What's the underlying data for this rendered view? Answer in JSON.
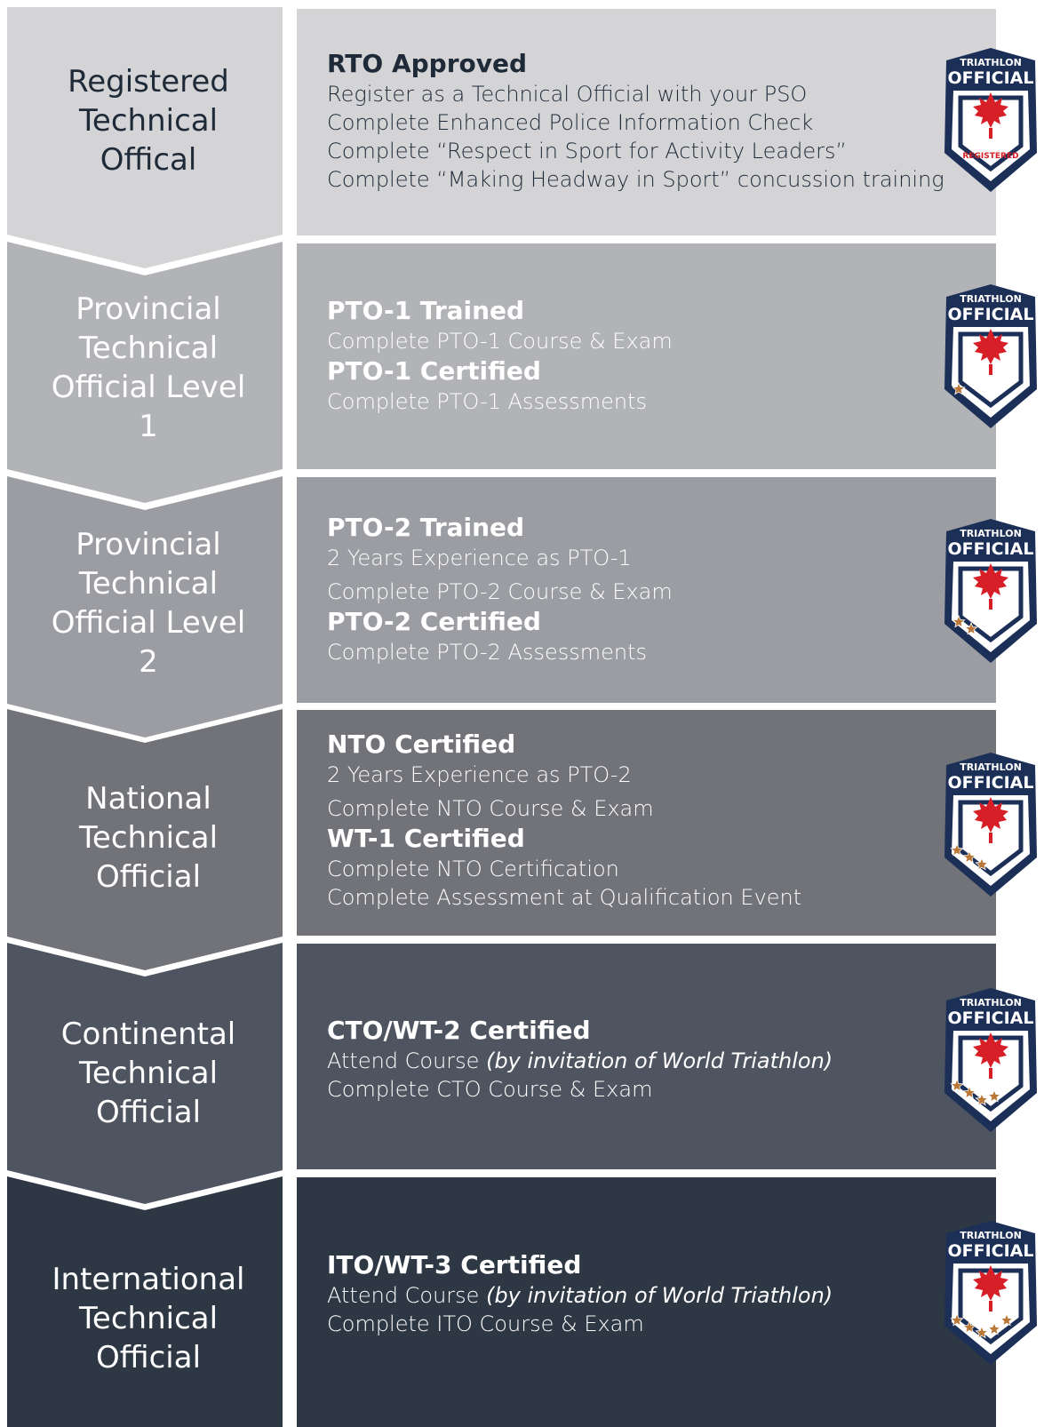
{
  "colors": {
    "tier1_bg": "#d4d4d6",
    "tier1_fg": "#1e2a38",
    "tier2_bg": "#b2b3b7",
    "tier2_fg": "#ffffff",
    "tier3_bg": "#9b9da2",
    "tier3_fg": "#ffffff",
    "tier4_bg": "#727379",
    "tier4_fg": "#ffffff",
    "tier5_bg": "#4f5560",
    "tier5_fg": "#ffffff",
    "tier6_bg": "#2e3744",
    "tier6_fg": "#ffffff",
    "badge_navy": "#1c2f57",
    "badge_red": "#d61f26",
    "badge_star": "#b97838"
  },
  "tiers": [
    {
      "title_lines": [
        "Registered",
        "Technical",
        "Offical"
      ],
      "heading_1": "RTO Approved",
      "lines_1": [
        "Register as a Technical Official with your PSO",
        "Complete Enhanced Police Information Check",
        "Complete “Respect in Sport for Activity Leaders”",
        "Complete “Making Headway in Sport” concussion training"
      ],
      "badge": {
        "top": "TRIATHLON",
        "main": "OFFICIAL",
        "ribbon": "REGISTERED",
        "stars": 0
      }
    },
    {
      "title_lines": [
        "Provincial",
        "Technical",
        "Official Level",
        "1"
      ],
      "heading_1": "PTO-1 Trained",
      "lines_1": [
        "Complete PTO-1 Course & Exam"
      ],
      "heading_2": "PTO-1 Certified",
      "lines_2": [
        "Complete PTO-1 Assessments"
      ],
      "badge": {
        "top": "TRIATHLON",
        "main": "OFFICIAL",
        "stars": 1
      }
    },
    {
      "title_lines": [
        "Provincial",
        "Technical",
        "Official Level",
        "2"
      ],
      "heading_1": "PTO-2 Trained",
      "lines_1": [
        "2 Years Experience as PTO-1",
        "Complete PTO-2 Course & Exam"
      ],
      "heading_2": "PTO-2 Certified",
      "lines_2": [
        "Complete PTO-2 Assessments"
      ],
      "badge": {
        "top": "TRIATHLON",
        "main": "OFFICIAL",
        "stars": 2
      }
    },
    {
      "title_lines": [
        "National",
        "Technical",
        "Official"
      ],
      "heading_1": "NTO Certified",
      "lines_1": [
        "2 Years Experience as PTO-2",
        "Complete NTO Course & Exam"
      ],
      "heading_2": "WT-1 Certified",
      "lines_2": [
        "Complete NTO Certification",
        "Complete Assessment at Qualification Event"
      ],
      "badge": {
        "top": "TRIATHLON",
        "main": "OFFICIAL",
        "stars": 3
      }
    },
    {
      "title_lines": [
        "Continental",
        "Technical",
        "Official"
      ],
      "heading_1": "CTO/WT-2 Certified",
      "line_attend": "Attend Course ",
      "line_attend_note": "(by invitation of World Triathlon)",
      "lines_1": [
        "Complete CTO Course & Exam"
      ],
      "badge": {
        "top": "TRIATHLON",
        "main": "OFFICIAL",
        "stars": 4
      }
    },
    {
      "title_lines": [
        "International",
        "Technical",
        "Official"
      ],
      "heading_1": "ITO/WT-3 Certified",
      "line_attend": "Attend Course ",
      "line_attend_note": "(by invitation of World Triathlon)",
      "lines_1": [
        "Complete ITO Course & Exam"
      ],
      "badge": {
        "top": "TRIATHLON",
        "main": "OFFICIAL",
        "stars": 5
      }
    }
  ]
}
